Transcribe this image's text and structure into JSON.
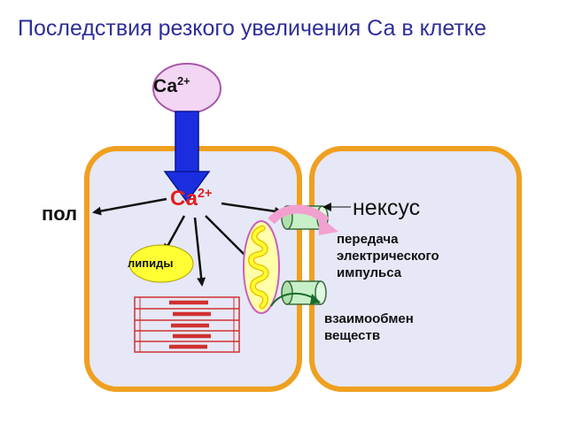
{
  "title": "Последствия резкого увеличения Са в клетке",
  "labels": {
    "ca_outside": "Са",
    "ca_outside_charge": "2+",
    "ca_inside": "Са",
    "ca_inside_charge": "2+",
    "pol": "пол",
    "lipids": "липиды",
    "nexus": "нексус"
  },
  "notes": {
    "transfer_lines": [
      "передача",
      "электрического",
      "импульса"
    ],
    "exchange_lines": [
      "взаимообмен",
      "веществ"
    ]
  },
  "colors": {
    "title": "#2e2e9a",
    "cell_border": "#f0a020",
    "cell_fill": "#e6e8f7",
    "ion_circle": "#f3d6f3",
    "ion_circle_border": "#a858a8",
    "entry_arrow": "#1a2ee0",
    "ca_inside": "#e0201f",
    "lipid_blob": "#ffff33",
    "mitochondria": "#ffff33",
    "mito_border": "#c860c0",
    "channel": "#c8f0c8",
    "pink_arrow": "#f2a0d0",
    "myofibril_lines": "#d03030"
  }
}
